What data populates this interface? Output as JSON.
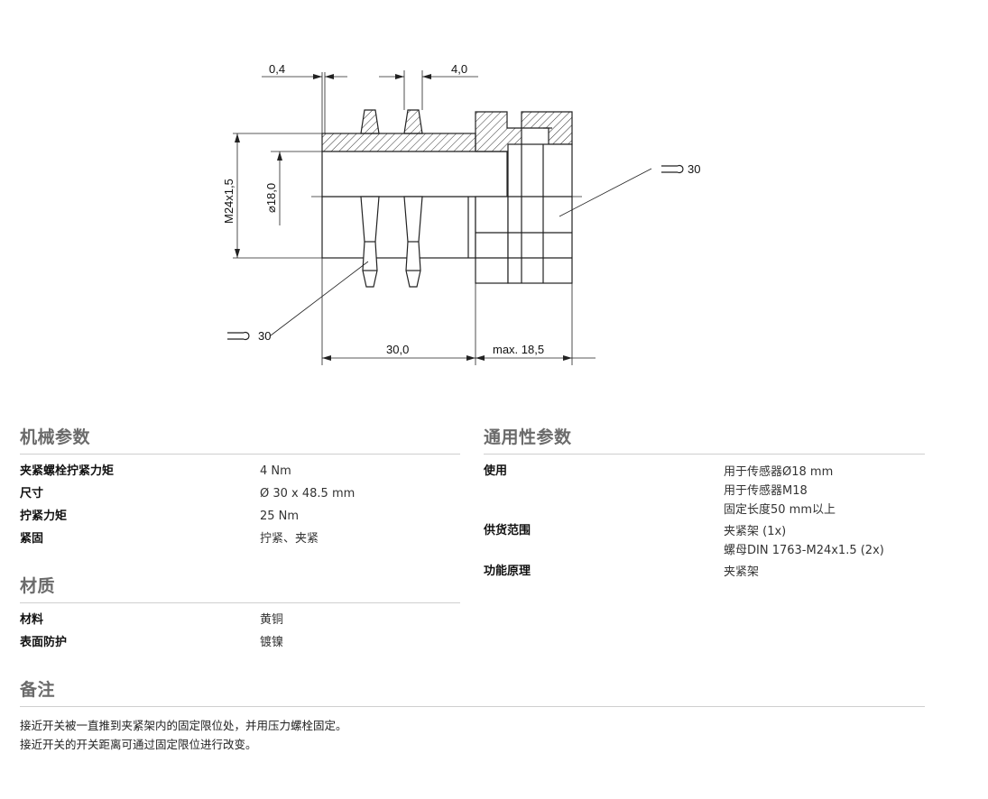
{
  "drawing": {
    "dims": {
      "gap_top": "0,4",
      "pitch_top": "4,0",
      "thread": "M24x1,5",
      "bore": "18,0",
      "length_main": "30,0",
      "length_nut": "max. 18,5",
      "wrench_left": "30",
      "wrench_right": "30"
    }
  },
  "mechanical": {
    "title": "机械参数",
    "rows": [
      {
        "key": "夹紧螺栓拧紧力矩",
        "value": "4 Nm"
      },
      {
        "key": "尺寸",
        "value": "Ø 30 x 48.5 mm"
      },
      {
        "key": "拧紧力矩",
        "value": "25 Nm"
      },
      {
        "key": "紧固",
        "value": "拧紧、夹紧"
      }
    ]
  },
  "material": {
    "title": "材质",
    "rows": [
      {
        "key": "材料",
        "value": "黄铜"
      },
      {
        "key": "表面防护",
        "value": "镀镍"
      }
    ]
  },
  "general": {
    "title": "通用性参数",
    "rows": [
      {
        "key": "使用",
        "lines": [
          "用于传感器Ø18 mm",
          "用于传感器M18",
          "固定长度50 mm以上"
        ]
      },
      {
        "key": "供货范围",
        "lines": [
          "夹紧架 (1x)",
          "螺母DIN 1763-M24x1.5 (2x)"
        ]
      },
      {
        "key": "功能原理",
        "lines": [
          "夹紧架"
        ]
      }
    ]
  },
  "notes": {
    "title": "备注",
    "lines": [
      "接近开关被一直推到夹紧架内的固定限位处，并用压力螺栓固定。",
      "接近开关的开关距离可通过固定限位进行改变。"
    ]
  }
}
